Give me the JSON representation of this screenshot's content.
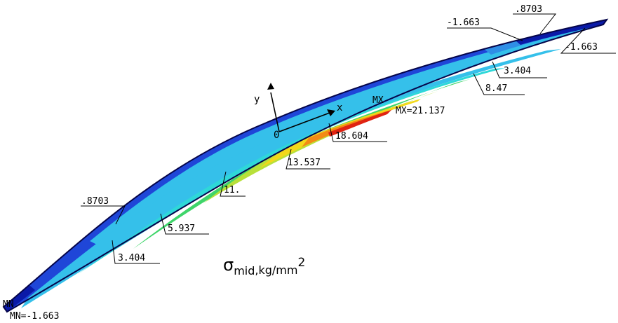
{
  "legend_colors": {
    "min": "#0a1aa8",
    "deep_blue": "#1f46d8",
    "blue": "#2f8ee6",
    "light_blue": "#35c0ea",
    "cyan": "#2ed8d8",
    "green": "#3fd56a",
    "yellow_green": "#b8e03a",
    "yellow": "#f2d81a",
    "orange": "#f28a16",
    "red": "#e02312",
    "outline": "#05054a"
  },
  "contour_labels": [
    {
      "id": "top-left-08703",
      "text": ".8703"
    },
    {
      "id": "bottom-left-3404",
      "text": "3.404"
    },
    {
      "id": "left-5937",
      "text": "5.937"
    },
    {
      "id": "center-11",
      "text": "11."
    },
    {
      "id": "center-13537",
      "text": "13.537"
    },
    {
      "id": "center-18604",
      "text": "18.604"
    },
    {
      "id": "right-847",
      "text": "8.47"
    },
    {
      "id": "right-3404",
      "text": "3.404"
    },
    {
      "id": "right-top-1663",
      "text": "-1.663"
    },
    {
      "id": "right-top-08703",
      "text": ".8703"
    },
    {
      "id": "right-end-1663",
      "text": "-1.663"
    }
  ],
  "extremes": {
    "mx_tag": "MX",
    "mx_value": "MX=21.137",
    "mn_tag": "MN",
    "mn_value": "MN=-1.663"
  },
  "axes": {
    "x": "x",
    "y": "y",
    "origin": "0"
  },
  "quantity": {
    "symbol": "σ",
    "subscript": "mid",
    "units": ",kg/mm",
    "exponent": "2"
  }
}
